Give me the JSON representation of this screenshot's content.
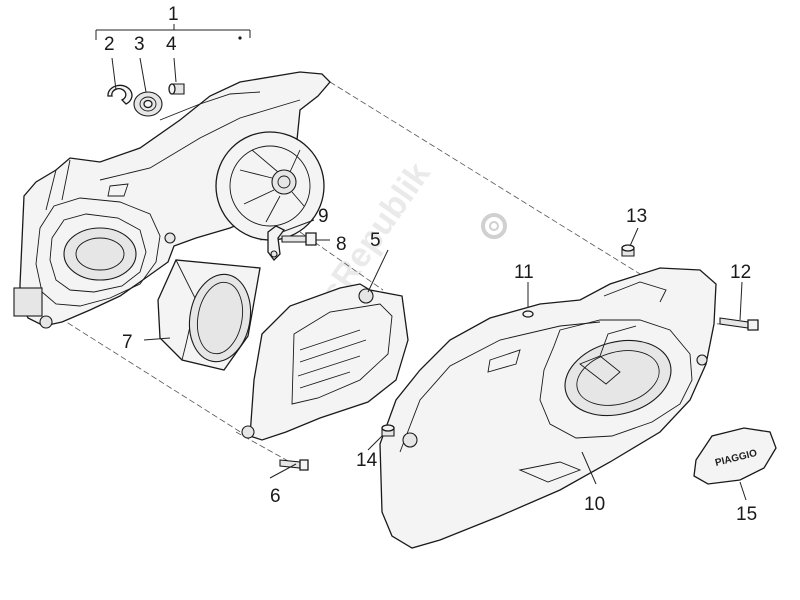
{
  "callouts": {
    "c1": "1",
    "c2": "2",
    "c3": "3",
    "c4": "4",
    "c5": "5",
    "c6": "6",
    "c7": "7",
    "c8": "8",
    "c9": "9",
    "c10": "10",
    "c11": "11",
    "c12": "12",
    "c13": "13",
    "c14": "14",
    "c15": "15"
  },
  "watermark": "PartsRepublik",
  "badge_text": "PIAGGIO"
}
